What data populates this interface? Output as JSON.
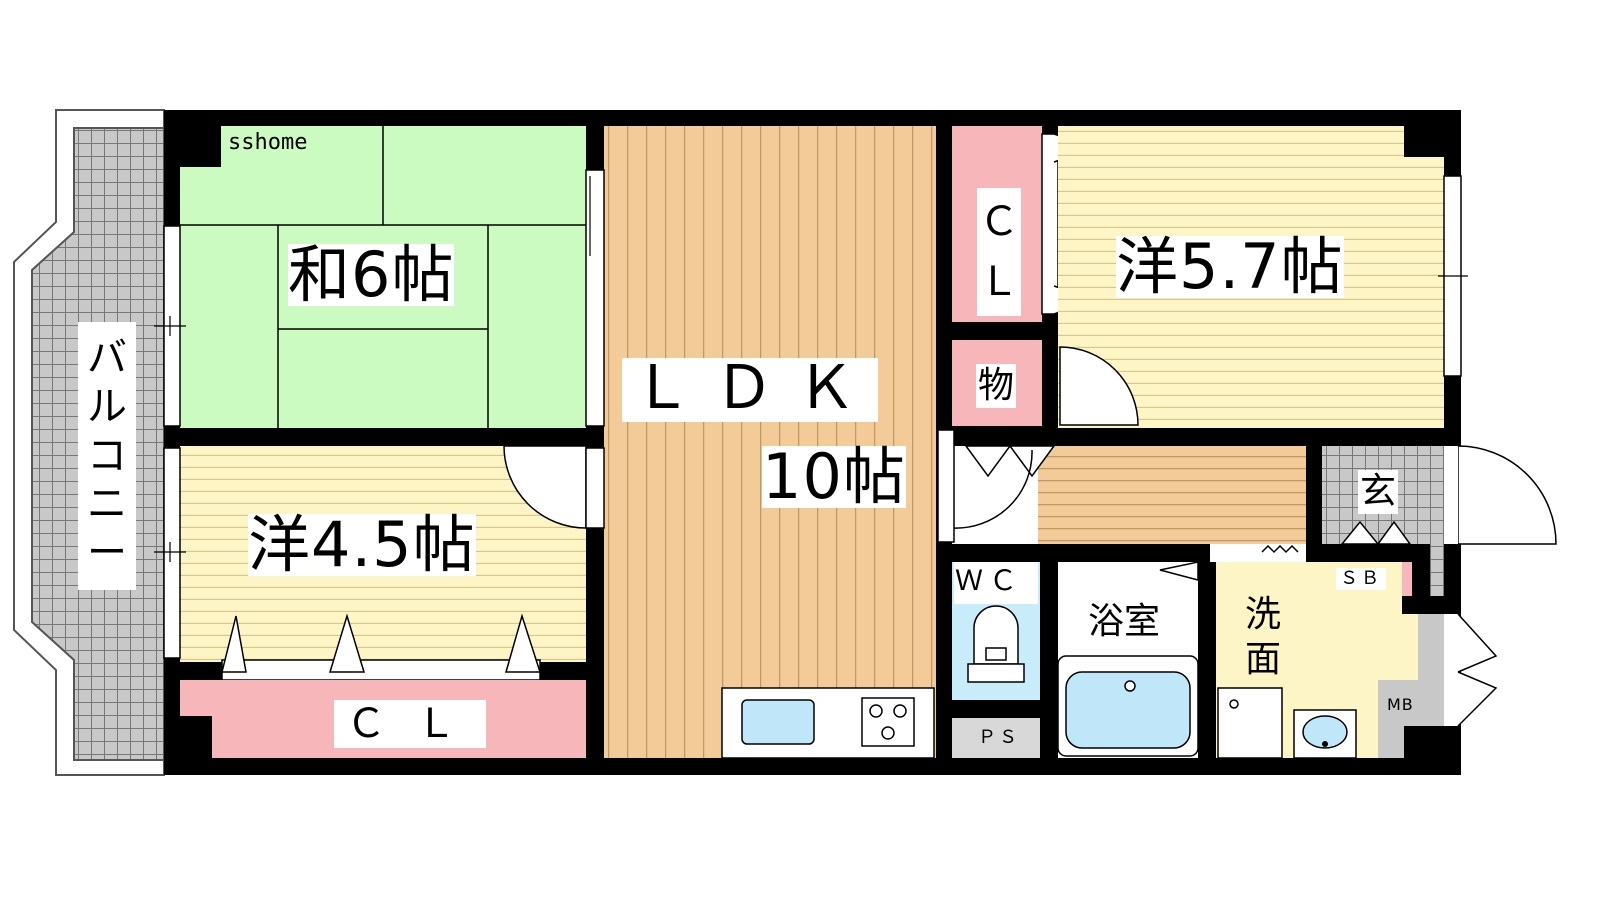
{
  "watermark": "sshome",
  "rooms": {
    "washitsu": "和6帖",
    "yoshitsu_small": "洋4.5帖",
    "ldk_name": "ＬＤＫ",
    "ldk_size": "10帖",
    "yoshitsu_large": "洋5.7帖",
    "closet_bottom": "ＣＬ",
    "closet_top": "ＣＬ",
    "storage": "物",
    "entrance": "玄",
    "shoe_box": "ＳＢ",
    "toilet": "ＷＣ",
    "bath": "浴室",
    "washroom": "洗面",
    "pipe_space": "ＰＳ",
    "meter_box": "MB",
    "balcony": "バルコニー"
  },
  "colors": {
    "tatami": "#ccfbc2",
    "western_floor": "#fdf5c6",
    "western_lines": "#d4c98a",
    "wood_floor": "#f2cb98",
    "wood_lines": "#c09868",
    "closet": "#f7b6b9",
    "wet_area": "#c9ecfb",
    "fixture_fill": "#bfe7f9",
    "tile": "#c8c8c8",
    "wall": "#000000"
  }
}
